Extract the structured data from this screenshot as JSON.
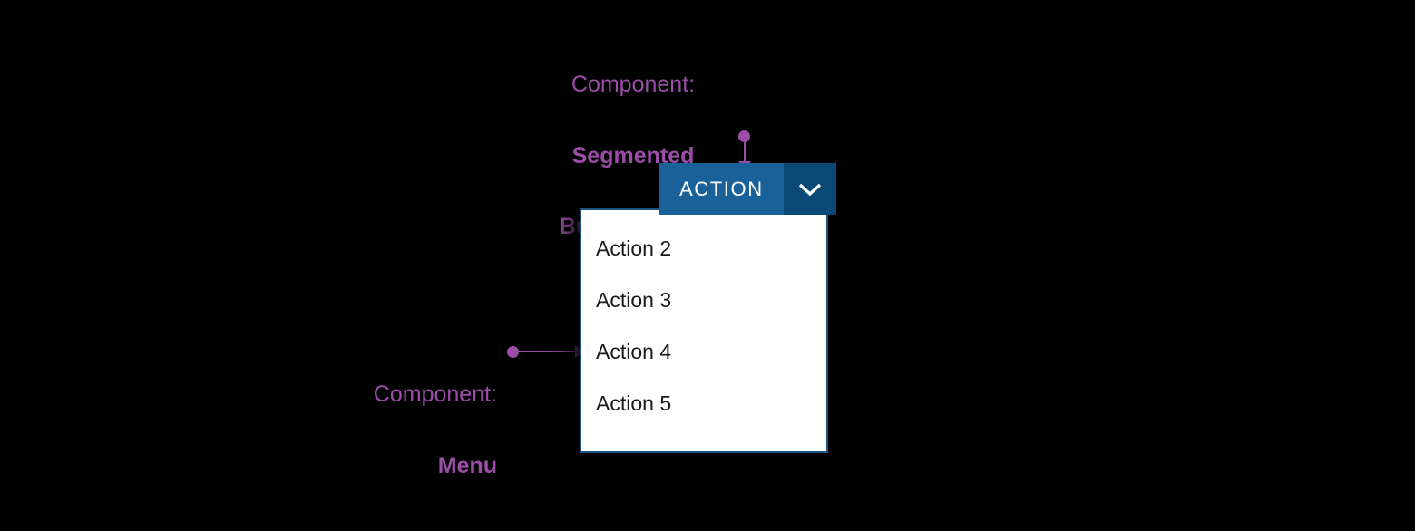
{
  "theme": {
    "background": "#000000",
    "annotation_color": "#9B4DA8",
    "button_primary": "#1A6199",
    "button_toggle": "#0A4876",
    "menu_background": "#FFFFFF",
    "menu_border": "#1B5380",
    "menu_text": "#1A1A1A",
    "button_text": "#FFFFFF"
  },
  "annotations": {
    "segmented": {
      "label": "Component:",
      "name_line1": "Segmented",
      "name_line2": "Button Group"
    },
    "menu": {
      "label": "Component:",
      "name": "Menu"
    }
  },
  "segmented_button_group": {
    "action_label": "ACTION",
    "toggle_icon": "chevron-down-icon"
  },
  "menu": {
    "items": [
      {
        "label": "Action 2"
      },
      {
        "label": "Action 3"
      },
      {
        "label": "Action 4"
      },
      {
        "label": "Action 5"
      }
    ]
  }
}
